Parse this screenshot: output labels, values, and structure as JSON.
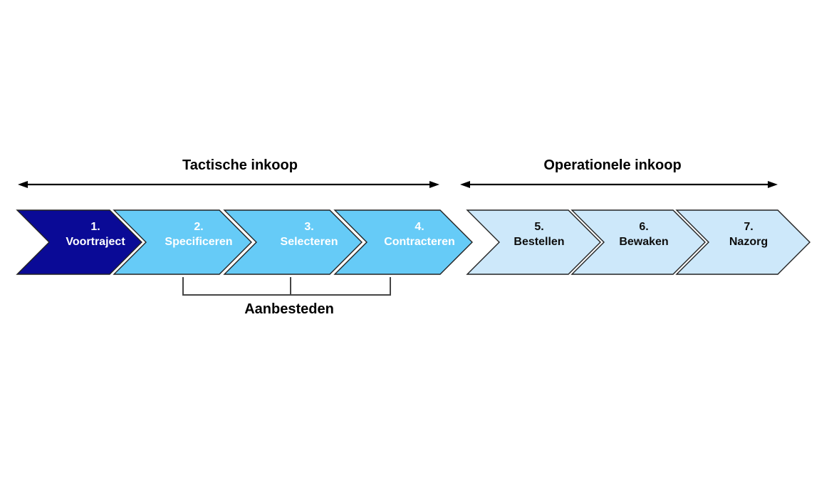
{
  "groups": [
    {
      "label": "Tactische inkoop"
    },
    {
      "label": "Operationele inkoop"
    }
  ],
  "phases": [
    {
      "number": "1.",
      "label": "Voortraject",
      "fill": "#0a0a96"
    },
    {
      "number": "2.",
      "label": "Specificeren",
      "fill": "#66cbf7"
    },
    {
      "number": "3.",
      "label": "Selecteren",
      "fill": "#66cbf7"
    },
    {
      "number": "4.",
      "label": "Contracteren",
      "fill": "#66cbf7"
    },
    {
      "number": "5.",
      "label": "Bestellen",
      "fill": "#cde8fa"
    },
    {
      "number": "6.",
      "label": "Bewaken",
      "fill": "#cde8fa"
    },
    {
      "number": "7.",
      "label": "Nazorg",
      "fill": "#cde8fa"
    }
  ],
  "bracket": {
    "label": "Aanbesteden"
  },
  "colors": {
    "step_dark_fill": "#0a0a96",
    "step_medium_fill": "#66cbf7",
    "step_light_fill": "#cde8fa",
    "step_outline": "#222222",
    "arrow": "#000000",
    "bracket": "#454545",
    "text_on_dark": "#ffffff",
    "text_on_light": "#0d0d0d"
  }
}
